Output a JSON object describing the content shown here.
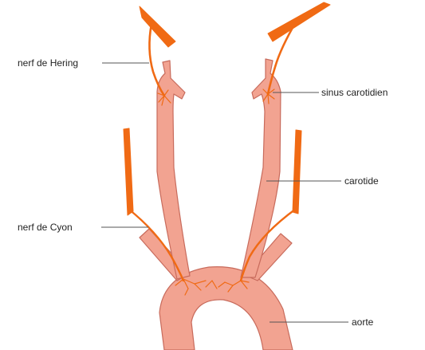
{
  "labels": {
    "hering": "nerf de Hering",
    "sinus": "sinus carotidien",
    "carotide": "carotide",
    "cyon": "nerf de Cyon",
    "aorte": "aorte"
  },
  "colors": {
    "artery_fill": "#f2a391",
    "artery_stroke": "#c86b5c",
    "nerve": "#f06a14",
    "leader": "#555555",
    "background": "#ffffff"
  }
}
